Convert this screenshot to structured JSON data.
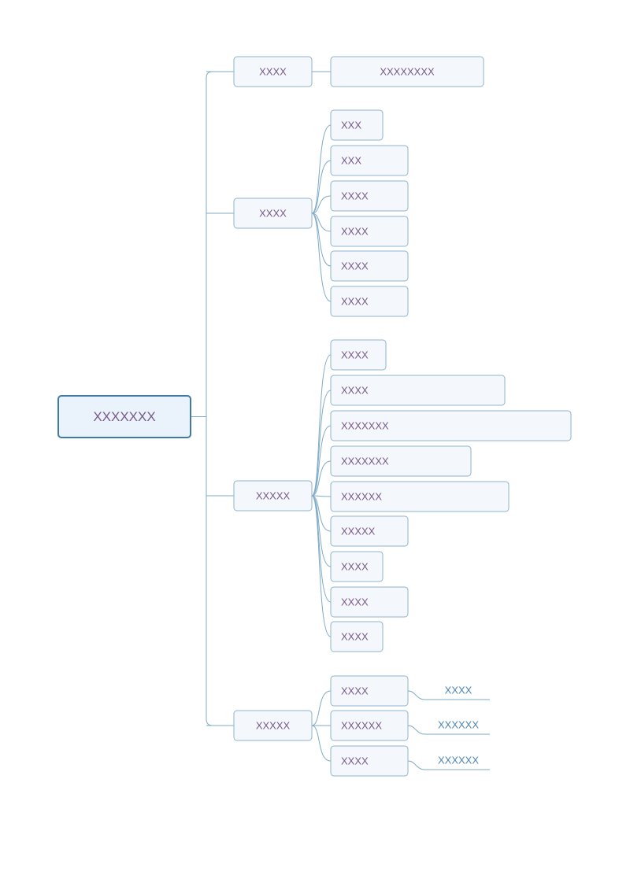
{
  "root": {
    "label": "XXXXXXX"
  },
  "branches": [
    {
      "label": "XXXX",
      "children": [
        {
          "label": "XXXXXXXX"
        }
      ]
    },
    {
      "label": "XXXX",
      "children": [
        {
          "label": "XXX"
        },
        {
          "label": "XXX"
        },
        {
          "label": "XXXX"
        },
        {
          "label": "XXXX"
        },
        {
          "label": "XXXX"
        },
        {
          "label": "XXXX"
        }
      ]
    },
    {
      "label": "XXXXX",
      "children": [
        {
          "label": "XXXX"
        },
        {
          "label": "XXXX"
        },
        {
          "label": "XXXXXXX"
        },
        {
          "label": "XXXXXXX"
        },
        {
          "label": "XXXXXX"
        },
        {
          "label": "XXXXX"
        },
        {
          "label": "XXXX"
        },
        {
          "label": "XXXX"
        },
        {
          "label": "XXXX"
        }
      ]
    },
    {
      "label": "XXXXX",
      "children": [
        {
          "label": "XXXX",
          "sub": "XXXX"
        },
        {
          "label": "XXXXXX",
          "sub": "XXXXXX"
        },
        {
          "label": "XXXX",
          "sub": "XXXXXX"
        }
      ]
    }
  ],
  "colors": {
    "text": "#7a5a8a",
    "sub_text": "#4f86b4",
    "line": "#7fabc6",
    "box_fill": "#f4f8fd",
    "box_stroke": "#8fb3c9",
    "root_fill": "#eaf3fb",
    "root_stroke": "#3f7aa5"
  }
}
